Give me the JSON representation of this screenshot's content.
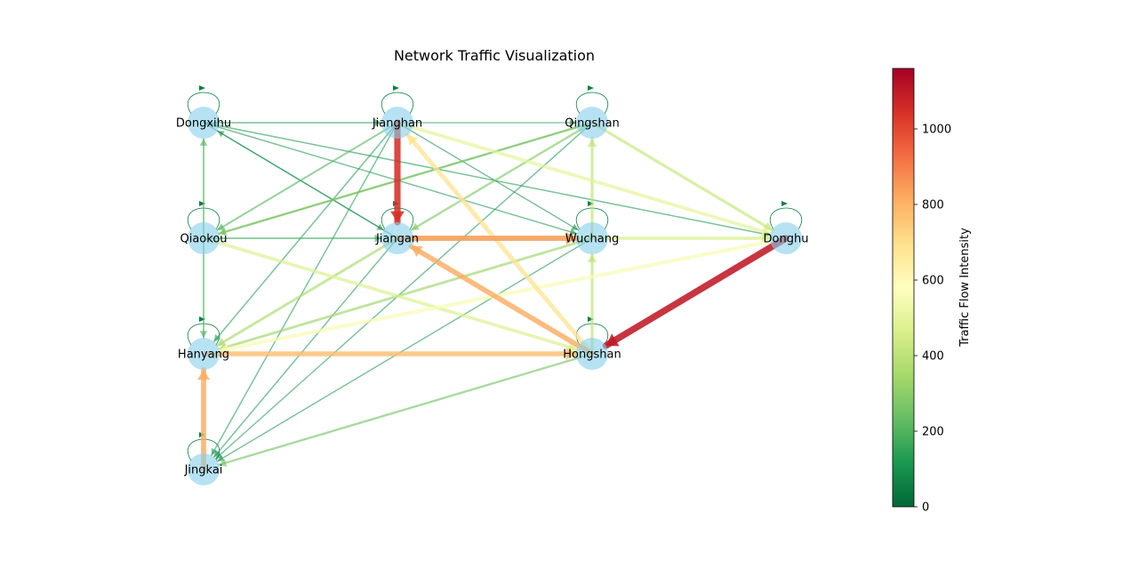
{
  "title": "Network Traffic Visualization",
  "colorbar": {
    "label": "Traffic Flow Intensity",
    "min": 0,
    "max": 1160,
    "ticks": [
      "0",
      "200",
      "400",
      "600",
      "800",
      "1000"
    ],
    "tick_values": [
      0,
      200,
      400,
      600,
      800,
      1000
    ],
    "colormap": "RdYlGn_r"
  },
  "node_color": "#87ceeb",
  "nodes": [
    {
      "id": "Dongxihu",
      "label": "Dongxihu"
    },
    {
      "id": "Jianghan",
      "label": "Jianghan"
    },
    {
      "id": "Qingshan",
      "label": "Qingshan"
    },
    {
      "id": "Qiaokou",
      "label": "Qiaokou"
    },
    {
      "id": "Jiangan",
      "label": "Jiangan"
    },
    {
      "id": "Wuchang",
      "label": "Wuchang"
    },
    {
      "id": "Donghu",
      "label": "Donghu"
    },
    {
      "id": "Hanyang",
      "label": "Hanyang"
    },
    {
      "id": "Hongshan",
      "label": "Hongshan"
    },
    {
      "id": "Jingkai",
      "label": "Jingkai"
    }
  ],
  "edges": [
    {
      "source": "Jianghan",
      "target": "Jiangan",
      "value": 1050
    },
    {
      "source": "Donghu",
      "target": "Hongshan",
      "value": 1100
    },
    {
      "source": "Hanyang",
      "target": "Hongshan",
      "value": 780
    },
    {
      "source": "Jingkai",
      "target": "Hanyang",
      "value": 820
    },
    {
      "source": "Jiangan",
      "target": "Wuchang",
      "value": 850
    },
    {
      "source": "Hongshan",
      "target": "Jiangan",
      "value": 820
    },
    {
      "source": "Hongshan",
      "target": "Jianghan",
      "value": 680
    },
    {
      "source": "Jianghan",
      "target": "Donghu",
      "value": 500
    },
    {
      "source": "Donghu",
      "target": "Hanyang",
      "value": 560
    },
    {
      "source": "Qiaokou",
      "target": "Hongshan",
      "value": 470
    },
    {
      "source": "Jiangan",
      "target": "Donghu",
      "value": 450
    },
    {
      "source": "Qingshan",
      "target": "Donghu",
      "value": 420
    },
    {
      "source": "Wuchang",
      "target": "Qingshan",
      "value": 400
    },
    {
      "source": "Hongshan",
      "target": "Wuchang",
      "value": 400
    },
    {
      "source": "Jiangan",
      "target": "Hanyang",
      "value": 360
    },
    {
      "source": "Wuchang",
      "target": "Hanyang",
      "value": 330
    },
    {
      "source": "Qingshan",
      "target": "Qiaokou",
      "value": 300
    },
    {
      "source": "Qingshan",
      "target": "Jiangan",
      "value": 280
    },
    {
      "source": "Hongshan",
      "target": "Jingkai",
      "value": 260
    },
    {
      "source": "Jianghan",
      "target": "Qiaokou",
      "value": 200
    },
    {
      "source": "Qiaokou",
      "target": "Dongxihu",
      "value": 200
    },
    {
      "source": "Qiaokou",
      "target": "Hanyang",
      "value": 180
    },
    {
      "source": "Qiaokou",
      "target": "Jiangan",
      "value": 150
    },
    {
      "source": "Jianghan",
      "target": "Hanyang",
      "value": 130
    },
    {
      "source": "Dongxihu",
      "target": "Jianghan",
      "value": 100
    },
    {
      "source": "Jianghan",
      "target": "Qingshan",
      "value": 90
    },
    {
      "source": "Dongxihu",
      "target": "Jiangan",
      "value": 90
    },
    {
      "source": "Dongxihu",
      "target": "Wuchang",
      "value": 110
    },
    {
      "source": "Dongxihu",
      "target": "Donghu",
      "value": 120
    },
    {
      "source": "Jianghan",
      "target": "Wuchang",
      "value": 90
    },
    {
      "source": "Qingshan",
      "target": "Jingkai",
      "value": 110
    },
    {
      "source": "Qingshan",
      "target": "Qiaokou",
      "value": 100
    },
    {
      "source": "Wuchang",
      "target": "Jingkai",
      "value": 100
    },
    {
      "source": "Jiangan",
      "target": "Jingkai",
      "value": 110
    },
    {
      "source": "Jianghan",
      "target": "Jingkai",
      "value": 110
    },
    {
      "source": "Jiangan",
      "target": "Dongxihu",
      "value": 100
    },
    {
      "source": "Dongxihu",
      "target": "Dongxihu",
      "value": 60
    },
    {
      "source": "Jianghan",
      "target": "Jianghan",
      "value": 60
    },
    {
      "source": "Qingshan",
      "target": "Qingshan",
      "value": 60
    },
    {
      "source": "Qiaokou",
      "target": "Qiaokou",
      "value": 60
    },
    {
      "source": "Jiangan",
      "target": "Jiangan",
      "value": 60
    },
    {
      "source": "Wuchang",
      "target": "Wuchang",
      "value": 60
    },
    {
      "source": "Donghu",
      "target": "Donghu",
      "value": 60
    },
    {
      "source": "Hanyang",
      "target": "Hanyang",
      "value": 60
    },
    {
      "source": "Hongshan",
      "target": "Hongshan",
      "value": 60
    },
    {
      "source": "Jingkai",
      "target": "Jingkai",
      "value": 60
    }
  ]
}
